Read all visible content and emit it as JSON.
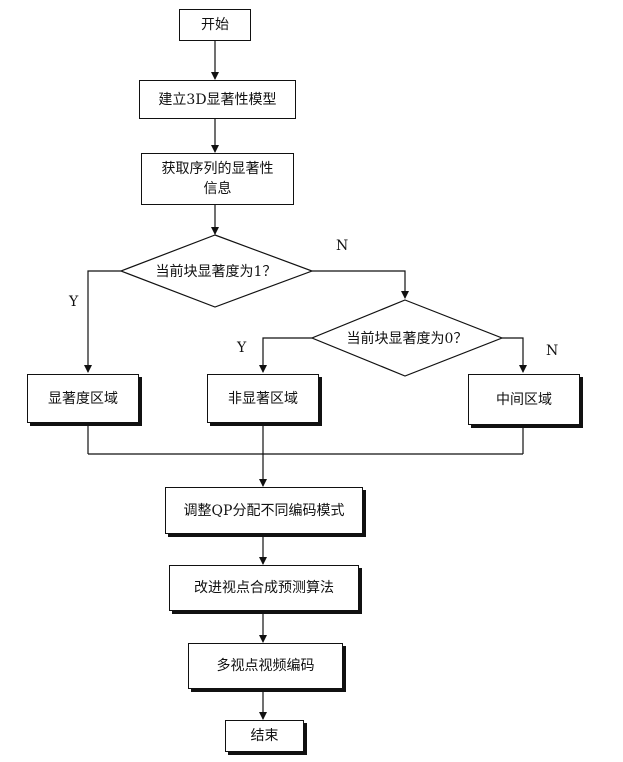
{
  "nodes": {
    "start": "开始",
    "build_model": "建立3D显著性模型",
    "get_saliency_line1": "获取序列的显著性",
    "get_saliency_line2": "信息",
    "decision1": "当前块显著度为1？",
    "decision2": "当前块显著度为0？",
    "salient_region": "显著度区域",
    "non_salient_region": "非显著区域",
    "middle_region": "中间区域",
    "adjust_qp": "调整QP分配不同编码模式",
    "improve_synthesis": "改进视点合成预测算法",
    "mvc_encode": "多视点视频编码",
    "end": "结束"
  },
  "labels": {
    "d1_yes": "Y",
    "d1_no": "N",
    "d2_yes": "Y",
    "d2_no": "N"
  },
  "colors": {
    "stroke": "#111111",
    "background": "#ffffff"
  }
}
